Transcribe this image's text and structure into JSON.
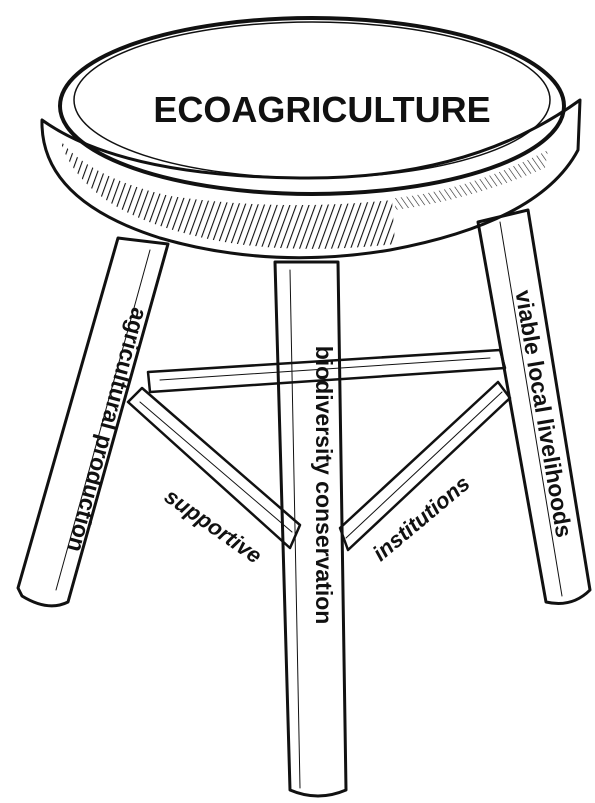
{
  "seat": {
    "title": "ECOAGRICULTURE"
  },
  "legs": {
    "left": "agricultural production",
    "middle": "biodiversity conservation",
    "right": "viable local livelihoods"
  },
  "braces": {
    "left": "supportive",
    "right": "institutions"
  }
}
